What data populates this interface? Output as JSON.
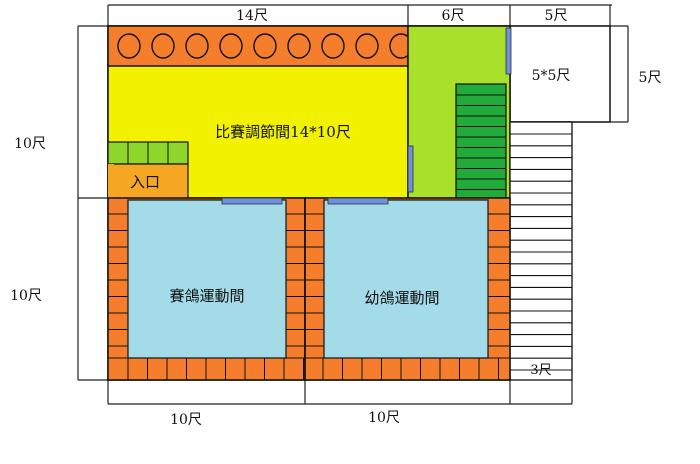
{
  "dimensions": {
    "top_left": "14尺",
    "top_mid": "6尺",
    "top_right": "5尺",
    "right_side": "5尺",
    "left_upper": "10尺",
    "left_lower": "10尺",
    "bottom_left": "10尺",
    "bottom_right": "10尺",
    "stair_width": "3尺"
  },
  "rooms": {
    "adjust_room": "比賽調節間14*10尺",
    "entrance": "入口",
    "race_pigeon_room": "賽鴿運動間",
    "young_pigeon_room": "幼鴿運動間",
    "small_room": "5*5尺"
  },
  "colors": {
    "yellow_room": "#f2f200",
    "orange_cells": "#f47e2c",
    "green_block": "#a8e02c",
    "stairs_green": "#22aa3a",
    "pigeon_room_blue": "#a3dbe8",
    "window_blue": "#6f8fe0",
    "entry_green": "#8fd62a",
    "outline": "#111111"
  }
}
